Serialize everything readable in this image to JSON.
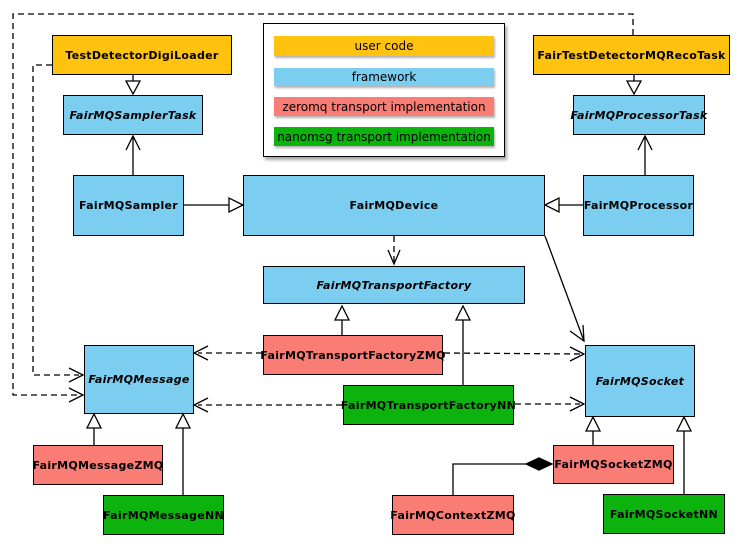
{
  "diagram": {
    "colors": {
      "user_code": "#FFC20E",
      "framework": "#7CCEF0",
      "zeromq": "#F97D75",
      "nanomsg": "#0CB30C",
      "border": "#000000",
      "background": "#FFFFFF"
    },
    "nodes": {
      "test_detector_digi_loader": {
        "label": "TestDetectorDigiLoader",
        "category": "user code"
      },
      "fair_test_detector_mq_reco_task": {
        "label": "FairTestDetectorMQRecoTask",
        "category": "user code"
      },
      "fair_mq_sampler_task": {
        "label": "FairMQSamplerTask",
        "category": "framework",
        "abstract": true
      },
      "fair_mq_processor_task": {
        "label": "FairMQProcessorTask",
        "category": "framework",
        "abstract": true
      },
      "fair_mq_sampler": {
        "label": "FairMQSampler",
        "category": "framework"
      },
      "fair_mq_device": {
        "label": "FairMQDevice",
        "category": "framework"
      },
      "fair_mq_processor": {
        "label": "FairMQProcessor",
        "category": "framework"
      },
      "fair_mq_transport_factory": {
        "label": "FairMQTransportFactory",
        "category": "framework",
        "abstract": true
      },
      "fair_mq_transport_factory_zmq": {
        "label": "FairMQTransportFactoryZMQ",
        "category": "zeromq"
      },
      "fair_mq_transport_factory_nn": {
        "label": "FairMQTransportFactoryNN",
        "category": "nanomsg"
      },
      "fair_mq_message": {
        "label": "FairMQMessage",
        "category": "framework",
        "abstract": true
      },
      "fair_mq_socket": {
        "label": "FairMQSocket",
        "category": "framework",
        "abstract": true
      },
      "fair_mq_message_zmq": {
        "label": "FairMQMessageZMQ",
        "category": "zeromq"
      },
      "fair_mq_message_nn": {
        "label": "FairMQMessageNN",
        "category": "nanomsg"
      },
      "fair_mq_context_zmq": {
        "label": "FairMQContextZMQ",
        "category": "zeromq"
      },
      "fair_mq_socket_zmq": {
        "label": "FairMQSocketZMQ",
        "category": "zeromq"
      },
      "fair_mq_socket_nn": {
        "label": "FairMQSocketNN",
        "category": "nanomsg"
      }
    },
    "legend": {
      "items": [
        {
          "label": "user code",
          "color": "#FFC20E"
        },
        {
          "label": "framework",
          "color": "#7CCEF0"
        },
        {
          "label": "zeromq transport implementation",
          "color": "#F97D75"
        },
        {
          "label": "nanomsg transport implementation",
          "color": "#0CB30C"
        }
      ]
    }
  }
}
